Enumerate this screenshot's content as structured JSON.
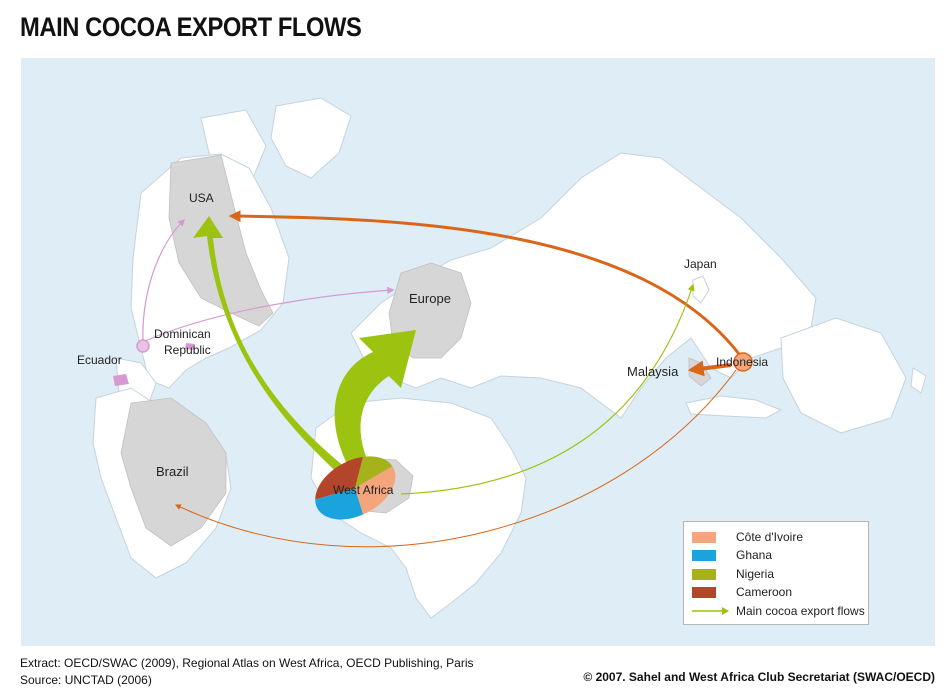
{
  "title": "MAIN COCOA EXPORT FLOWS",
  "map": {
    "places": {
      "usa": "USA",
      "europe": "Europe",
      "japan": "Japan",
      "malaysia": "Malaysia",
      "indonesia": "Indonesia",
      "dominican_republic_line1": "Dominican",
      "dominican_republic_line2": "Republic",
      "ecuador": "Ecuador",
      "brazil": "Brazil",
      "west_africa": "West Africa"
    },
    "colors": {
      "ocean": "#deedf6",
      "land": "#ffffff",
      "highlight_land": "#d6d6d6",
      "borders": "#c5d3dc",
      "west_africa_flow": "#9cc30f",
      "indonesia_flow": "#d9671b",
      "latin_america_flow": "#d69ad0"
    }
  },
  "legend": {
    "items": [
      {
        "label": "Côte d'Ivoire",
        "color": "#f4a57c"
      },
      {
        "label": "Ghana",
        "color": "#1aa3dd"
      },
      {
        "label": "Nigeria",
        "color": "#a6b21b"
      },
      {
        "label": "Cameroon",
        "color": "#b2452a"
      }
    ],
    "flow_label": "Main cocoa export flows",
    "flow_color": "#9cc30f"
  },
  "footer": {
    "extract": "Extract: OECD/SWAC (2009), Regional Atlas on West Africa, OECD Publishing, Paris",
    "source": "Source: UNCTAD (2006)",
    "copyright": "© 2007. Sahel and West Africa Club Secretariat (SWAC/OECD)"
  }
}
